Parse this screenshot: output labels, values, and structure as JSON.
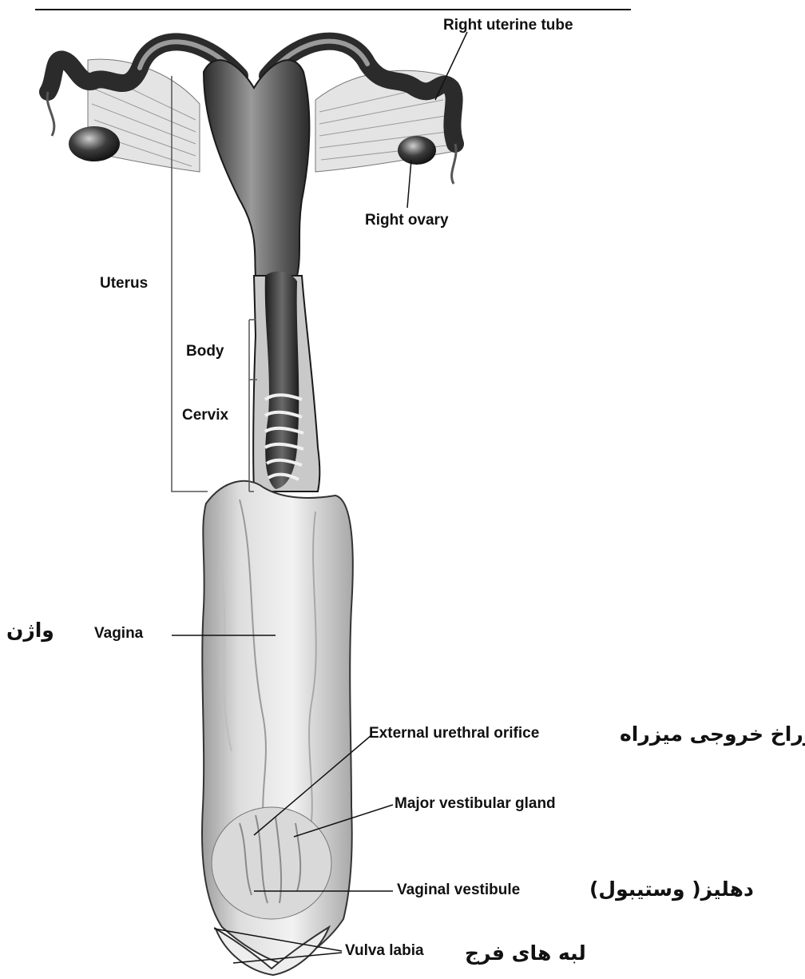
{
  "labels": {
    "right_uterine_tube": "Right uterine tube",
    "right_ovary": "Right ovary",
    "uterus": "Uterus",
    "body": "Body",
    "cervix": "Cervix",
    "vagina": "Vagina",
    "external_urethral_orifice": "External urethral orifice",
    "major_vestibular_gland": "Major vestibular gland",
    "vaginal_vestibule": "Vaginal vestibule",
    "vulva_labia": "Vulva labia"
  },
  "persian_labels": {
    "vagina": "واژن",
    "external_urethral_orifice": "سوراخ خروجی میزراه",
    "vaginal_vestibule": "دهلیز( وستیبول)",
    "vulva_labia": "لبه های فرج"
  },
  "colors": {
    "ink": "#111111",
    "organ_dark": "#3a3a3a",
    "organ_mid": "#8a8a8a",
    "tissue_light": "#d6d6d6",
    "background": "#ffffff"
  }
}
